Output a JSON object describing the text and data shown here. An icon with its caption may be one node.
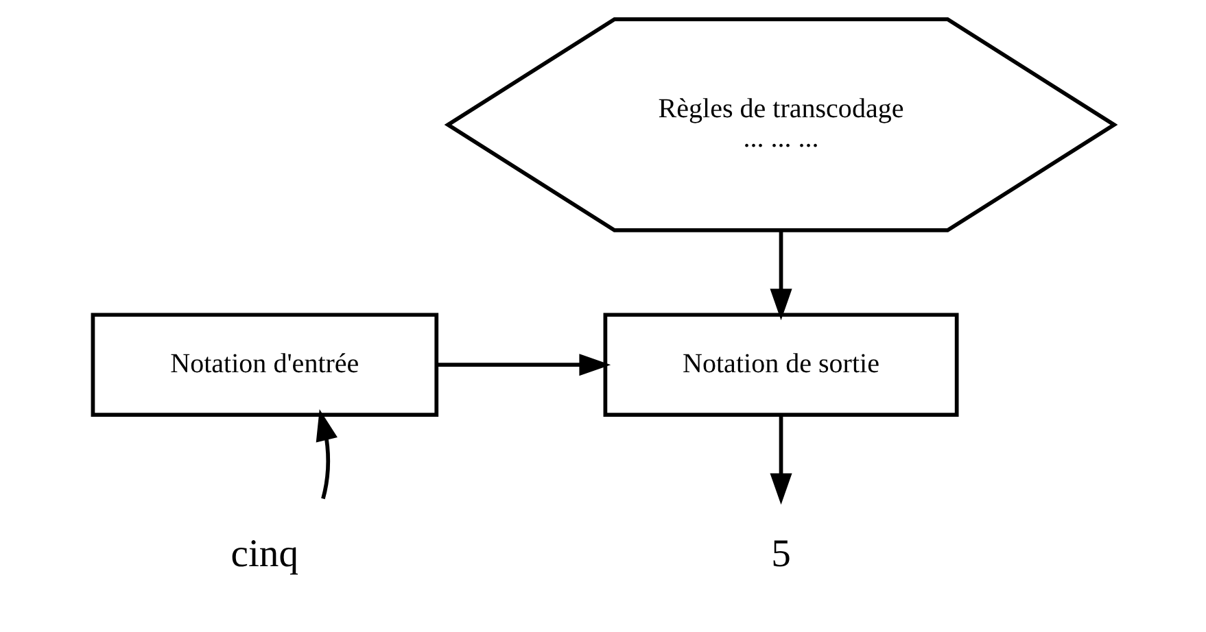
{
  "diagram": {
    "nodes": [
      {
        "text": [
          "Notation d'entrée"
        ]
      },
      {
        "text": [
          "Règles de transcodage",
          "... ... ..."
        ]
      },
      {
        "text": [
          "Notation de sortie"
        ]
      },
      {
        "text": [
          "cinq"
        ]
      },
      {
        "text": [
          "5"
        ]
      }
    ],
    "edges": [
      {
        "from": 0,
        "to": 2,
        "arrow": "to"
      },
      {
        "from": 1,
        "to": 2,
        "arrow": "to"
      },
      {
        "from": 3,
        "to": 0,
        "arrow": "to"
      },
      {
        "from": 2,
        "to": 4,
        "arrow": "to"
      }
    ]
  }
}
